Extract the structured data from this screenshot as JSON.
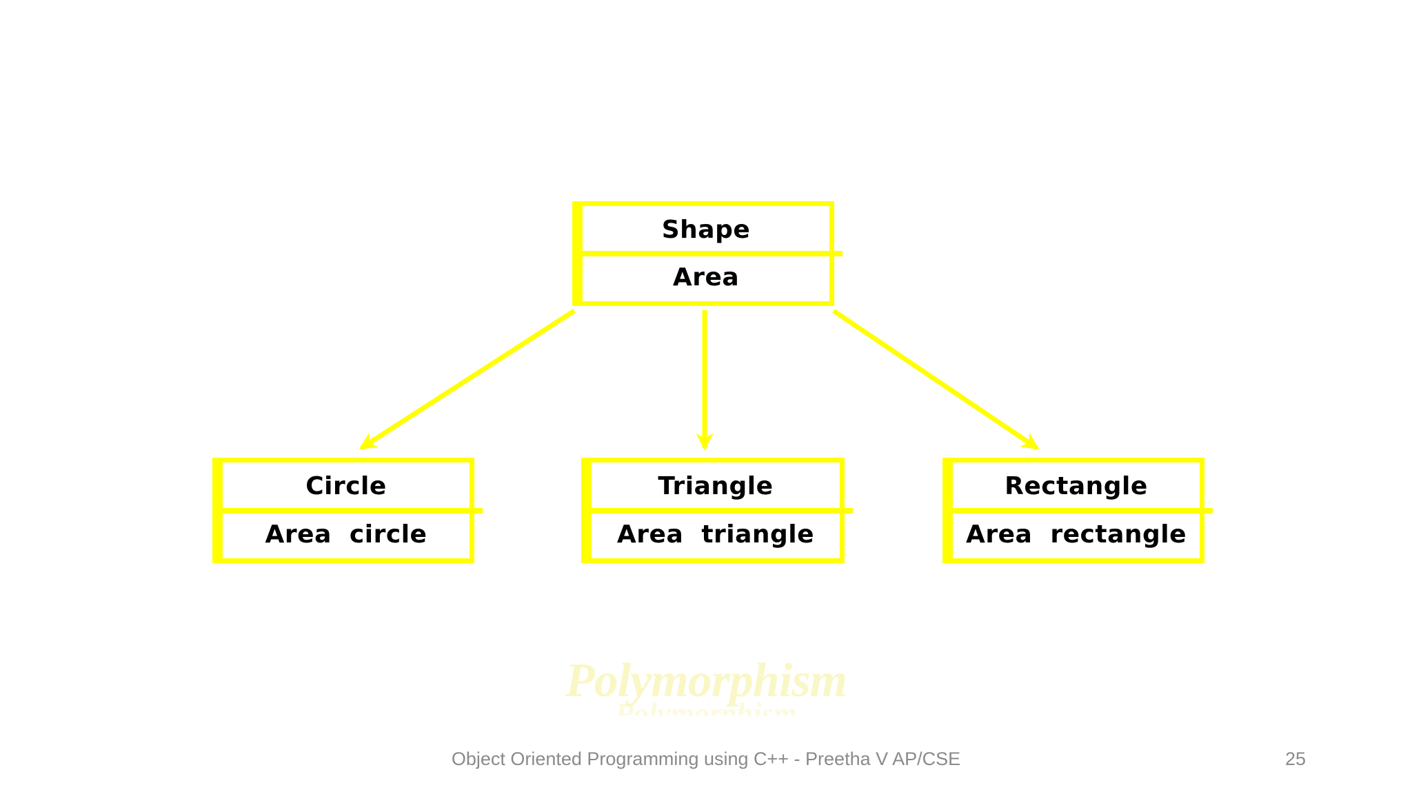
{
  "slide": {
    "colors": {
      "background": "#ffffff",
      "accent_yellow": "#ffff00",
      "class_text": "#000000",
      "watermark_text": "#faf7c6",
      "footer_text": "#8a8a8a"
    },
    "watermark": {
      "text": "Polymorphism"
    },
    "footer": {
      "text": "Object Oriented Programming using C++ - Preetha V AP/CSE",
      "page_number": "25"
    }
  },
  "diagram": {
    "type": "class-hierarchy",
    "parent": {
      "name": "Shape",
      "method": "Area"
    },
    "children": [
      {
        "name": "Circle",
        "method": "Area  circle"
      },
      {
        "name": "Triangle",
        "method": "Area  triangle"
      },
      {
        "name": "Rectangle",
        "method": "Area  rectangle"
      }
    ]
  }
}
